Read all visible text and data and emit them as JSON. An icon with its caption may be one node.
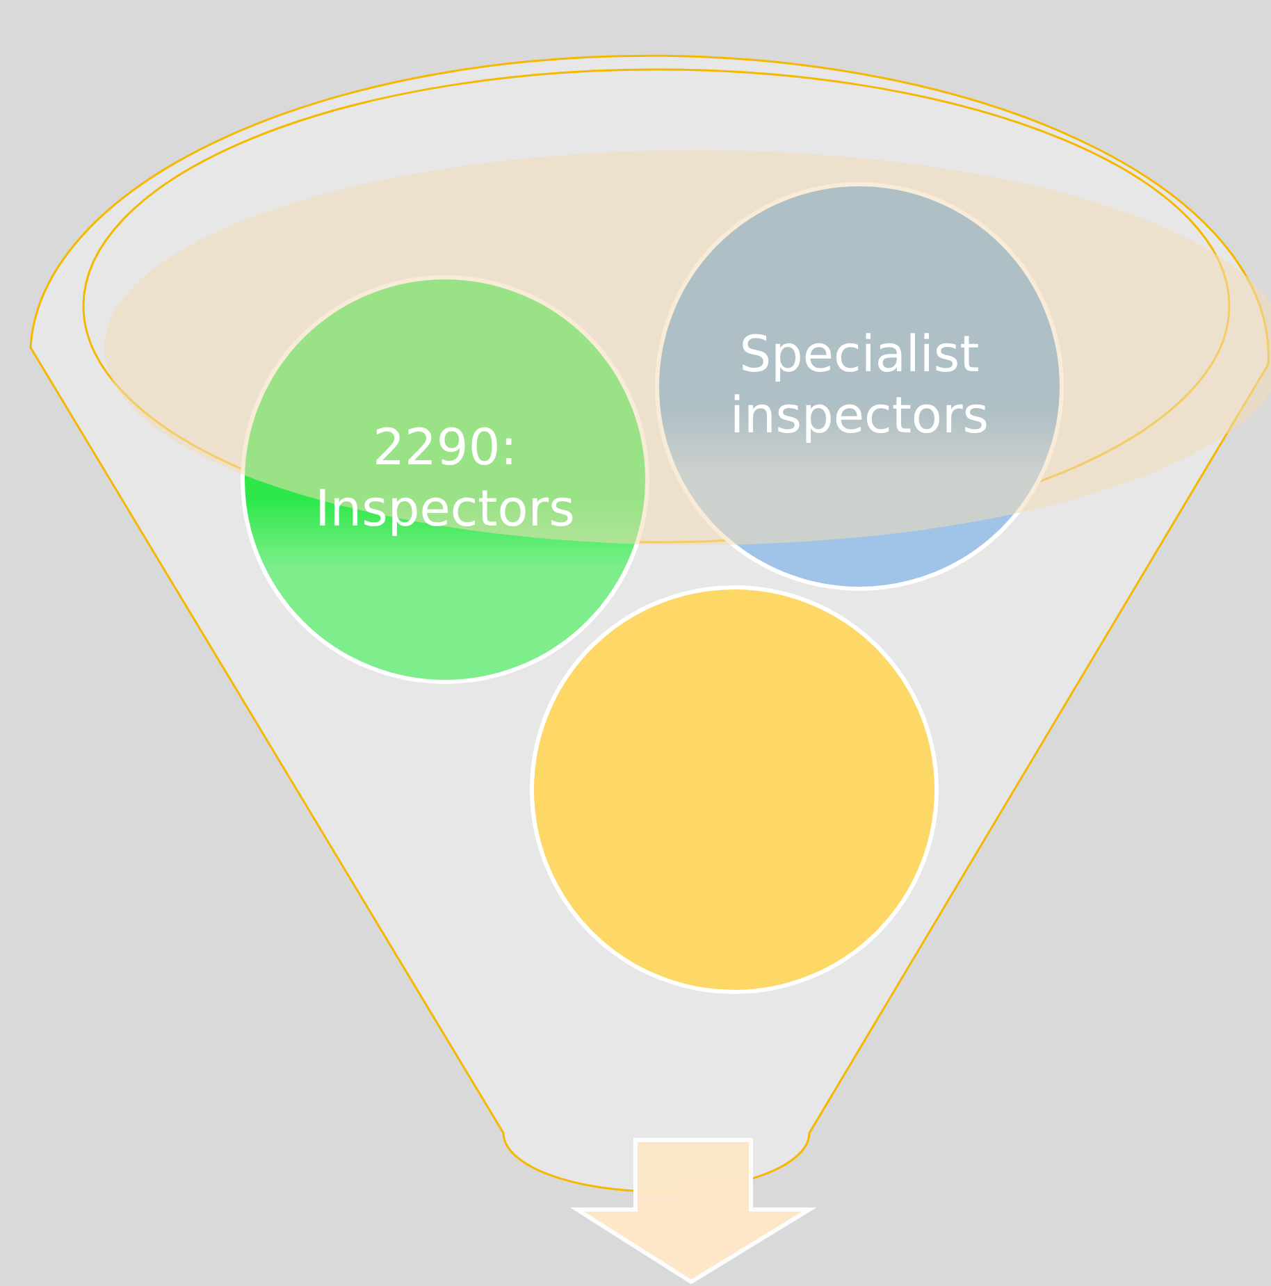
{
  "diagram": {
    "nodes": [
      {
        "text": [
          "2290: Inspectors"
        ]
      },
      {
        "text": [
          "Specialist inspectors"
        ]
      },
      {
        "text": [],
        "shape": "circle"
      }
    ]
  }
}
